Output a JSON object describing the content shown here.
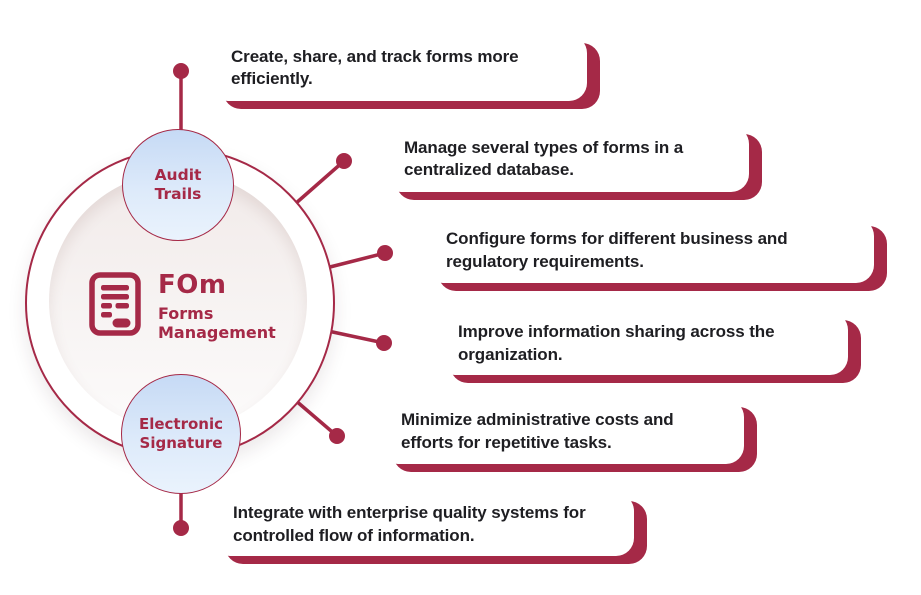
{
  "colors": {
    "crimson": "#A52947",
    "text_dark": "#1E1E22",
    "satellite_blue_top": "#C6DAF5",
    "satellite_blue_bottom": "#EAF3FD",
    "inner_circle_top": "#F1EAE9",
    "inner_circle_bottom": "#FCFBFB",
    "card_background": "#FFFFFF"
  },
  "center": {
    "abbr": "FOm",
    "name": "Forms Management",
    "icon": "form-document-icon"
  },
  "satellites": [
    {
      "label": "Audit Trails"
    },
    {
      "label": "Electronic Signature"
    }
  ],
  "benefits": [
    "Create, share, and track forms more efficiently.",
    "Manage several types of forms in a centralized database.",
    "Configure forms for different business and regulatory requirements.",
    "Improve information sharing across the organization.",
    "Minimize administrative costs and efforts for repetitive tasks.",
    "Integrate with enterprise quality systems for controlled flow of information."
  ]
}
